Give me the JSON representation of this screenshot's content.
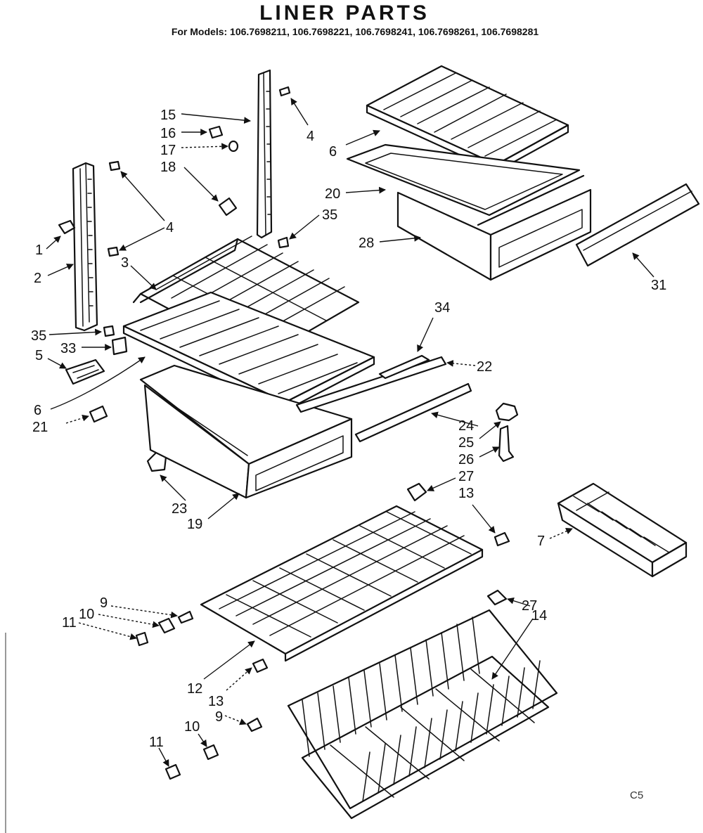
{
  "header": {
    "title": "LINER PARTS",
    "subtitle": "For Models: 106.7698211, 106.7698221, 106.7698241, 106.7698261, 106.7698281"
  },
  "footer": {
    "code": "C5"
  },
  "callouts": [
    "1",
    "2",
    "3",
    "4",
    "4",
    "5",
    "6",
    "6",
    "7",
    "9",
    "9",
    "10",
    "10",
    "11",
    "11",
    "12",
    "13",
    "13",
    "14",
    "15",
    "16",
    "17",
    "18",
    "19",
    "20",
    "21",
    "22",
    "23",
    "24",
    "25",
    "26",
    "27",
    "27",
    "28",
    "31",
    "33",
    "34",
    "35",
    "35"
  ]
}
